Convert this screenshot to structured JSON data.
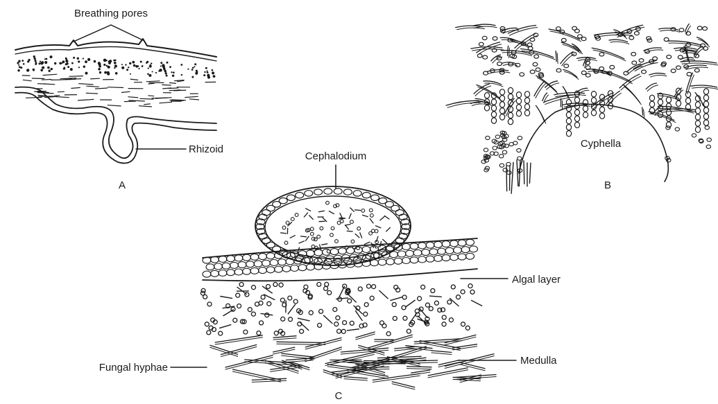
{
  "labels": {
    "breathing_pores": "Breathing pores",
    "rhizoid": "Rhizoid",
    "cephalodium": "Cephalodium",
    "cyphella": "Cyphella",
    "algal_layer": "Algal layer",
    "fungal_hyphae": "Fungal hyphae",
    "medulla": "Medulla"
  },
  "panels": {
    "a": "A",
    "b": "B",
    "c": "C"
  },
  "colors": {
    "ink": "#1a1a1a",
    "background": "#ffffff"
  }
}
